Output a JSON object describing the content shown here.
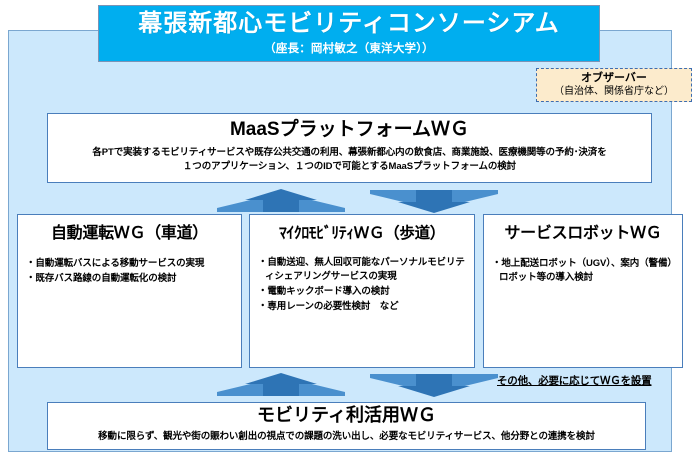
{
  "header": {
    "title": "幕張新都心モビリティコンソーシアム",
    "subtitle": "（座長：岡村敏之（東洋大学））"
  },
  "observer": {
    "title": "オブザーバー",
    "subtitle": "（自治体、関係省庁など）"
  },
  "platform_wg": {
    "title": "MaaSプラットフォームＷＧ",
    "description_line1": "各PTで実装するモビリティサービスや既存公共交通の利用、幕張新都心内の飲食店、商業施設、医療機関等の予約･決済を",
    "description_line2": "１つのアプリケーション、１つのIDで可能とするMaaSプラットフォームの検討"
  },
  "working_groups": [
    {
      "title": "自動運転ＷＧ（車道）",
      "bullets": [
        "自動運転バスによる移動サービスの実現",
        "既存バス路線の自動運転化の検討"
      ]
    },
    {
      "title": "ﾏｲｸﾛﾓﾋﾞﾘﾃｨＷＧ（歩道）",
      "bullets": [
        "自動送迎、無人回収可能なパーソナルモビリティシェアリングサービスの実現",
        "電動キックボード導入の検討",
        "専用レーンの必要性検討　など"
      ]
    },
    {
      "title": "サービスロボットＷＧ",
      "bullets": [
        "地上配送ロボット（UGV）、案内（警備）ロボット等の導入検討"
      ]
    }
  ],
  "utilization_wg": {
    "title": "モビリティ利活用ＷＧ",
    "description": "移動に限らず、観光や街の賑わい創出の視点での課題の洗い出し、必要なモビリティサービス、他分野との連携を検討"
  },
  "note": "その他、必要に応じてＷＧを設置",
  "colors": {
    "panel_background": "#CCE8FC",
    "panel_border": "#7BA7D0",
    "banner_background": "#00AEEF",
    "banner_text": "#FFFFFF",
    "observer_background": "#FCEBCC",
    "observer_border": "#3D6DB0",
    "card_background": "#FFFFFF",
    "card_border": "#4A7EBB",
    "arrow_fill": "#2E74B5",
    "arrow_wing": "#4A90CE"
  },
  "icons": {
    "arrow_up": "arrow-up-icon",
    "arrow_down": "arrow-down-icon"
  }
}
